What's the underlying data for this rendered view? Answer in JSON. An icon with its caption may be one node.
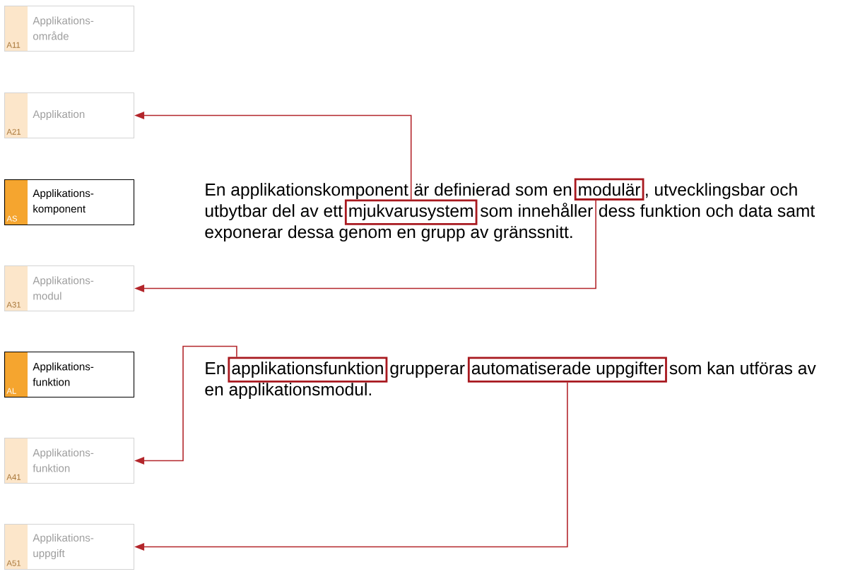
{
  "diagram": {
    "nodes": [
      {
        "text": [
          "Applikations- område",
          "A11"
        ]
      },
      {
        "text": [
          "Applikation",
          "A21"
        ]
      },
      {
        "text": [
          "Applikations- komponent",
          "AS"
        ]
      },
      {
        "text": [
          "Applikations- modul",
          "A31"
        ]
      },
      {
        "text": [
          "Applikations- funktion",
          "AL"
        ]
      },
      {
        "text": [
          "Applikations- funktion",
          "A41"
        ]
      },
      {
        "text": [
          "Applikations- uppgift",
          "A51"
        ]
      },
      {
        "text": [
          "modulär"
        ]
      },
      {
        "text": [
          "mjukvarusystem"
        ]
      },
      {
        "text": [
          "applikationsfunktion"
        ]
      },
      {
        "text": [
          "automatiserade uppgifter"
        ]
      }
    ],
    "edges": [
      {
        "from": 8,
        "to": 1,
        "arrow": "to"
      },
      {
        "from": 7,
        "to": 3,
        "arrow": "to"
      },
      {
        "from": 9,
        "to": 5,
        "arrow": "to"
      },
      {
        "from": 10,
        "to": 6,
        "arrow": "to"
      }
    ],
    "labels": [
      "En applikationskomponent",
      "är definierad som en",
      ", utvecklingsbar och",
      "utbytbar del av ett",
      "som innehåller",
      "dess funktion och data samt",
      "exponerar dessa genom en grupp av gränssnitt.",
      "En",
      "grupperar",
      "som kan utföras av",
      "en applikationsmodul."
    ]
  }
}
